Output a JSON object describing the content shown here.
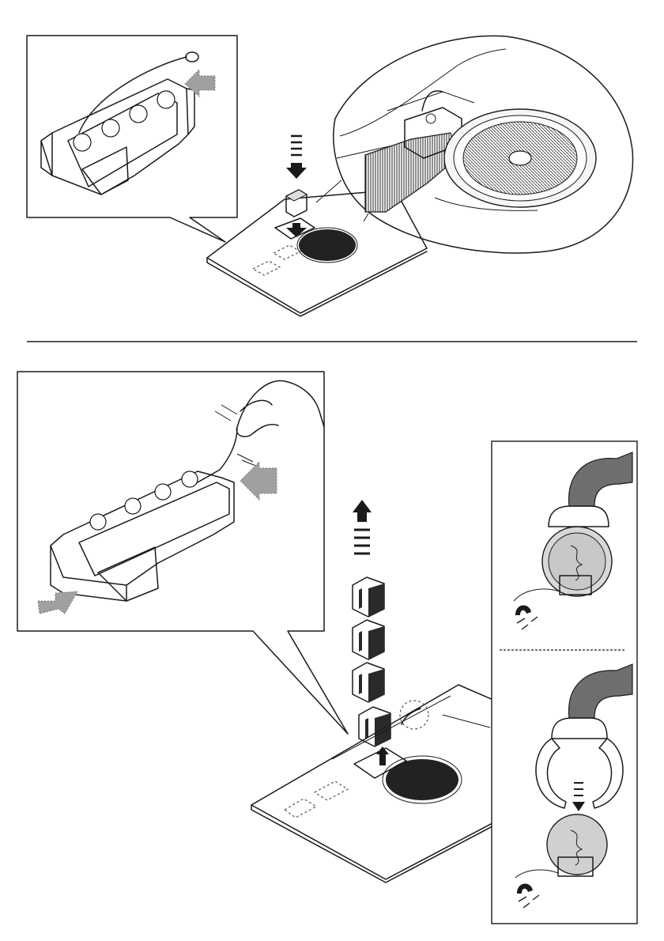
{
  "figure": {
    "background": "#ffffff",
    "line_color": "#1a1a1a",
    "hose_color": "#6e6e6e",
    "gray_arrow_color": "#9a9a9a",
    "icons": [
      "arrow-down-icon",
      "arrow-up-icon",
      "magnet-icon",
      "air-flow-arrow-icon"
    ],
    "steps": [
      {
        "name": "insert-filter-cassettes",
        "direction": "down"
      },
      {
        "name": "remove-filter-cassettes",
        "direction": "up"
      }
    ],
    "callouts": [
      "magnet-attached",
      "magnet-detached"
    ]
  }
}
